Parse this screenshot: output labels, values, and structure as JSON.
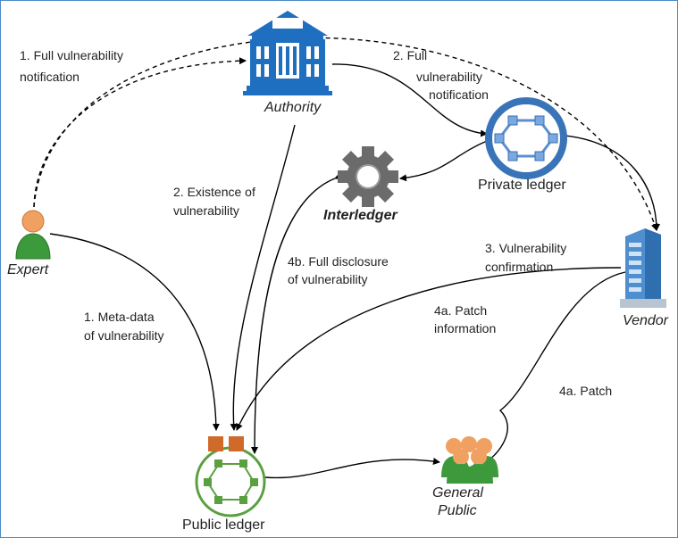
{
  "nodes": {
    "authority": "Authority",
    "private_ledger": "Private ledger",
    "interledger": "Interledger",
    "expert": "Expert",
    "vendor": "Vendor",
    "public_ledger": "Public ledger",
    "general_public_line1": "General",
    "general_public_line2": "Public"
  },
  "edges": {
    "e1_full_line1": "1. Full vulnerability",
    "e1_full_line2": "notification",
    "e2_full_line1": "2. Full",
    "e2_full_line2": "vulnerability",
    "e2_full_line3": "notification",
    "e2_exist_line1": "2. Existence of",
    "e2_exist_line2": "vulnerability",
    "e4b_line1": "4b. Full disclosure",
    "e4b_line2": "of vulnerability",
    "e3_line1": "3. Vulnerability",
    "e3_line2": "confirmation",
    "e1_meta_line1": "1. Meta-data",
    "e1_meta_line2": "of vulnerability",
    "e4a_info_line1": "4a. Patch",
    "e4a_info_line2": "information",
    "e4a_patch": "4a. Patch"
  },
  "colors": {
    "frame": "#4a8bc8",
    "authority_blue": "#1f6fc1",
    "private_ring": "#3a74b8",
    "hex_blue": "#5b8fd0",
    "gear_gray": "#6b6b6b",
    "person_orange": "#f0a060",
    "person_green": "#3c9a3c",
    "public_green": "#5aa040",
    "public_orange": "#d06a2a",
    "building_blue": "#4f8fd0"
  },
  "icons": [
    "authority-building-icon",
    "private-ledger-icon",
    "interledger-gear-icon",
    "expert-person-icon",
    "vendor-building-icon",
    "public-ledger-icon",
    "general-public-group-icon"
  ]
}
